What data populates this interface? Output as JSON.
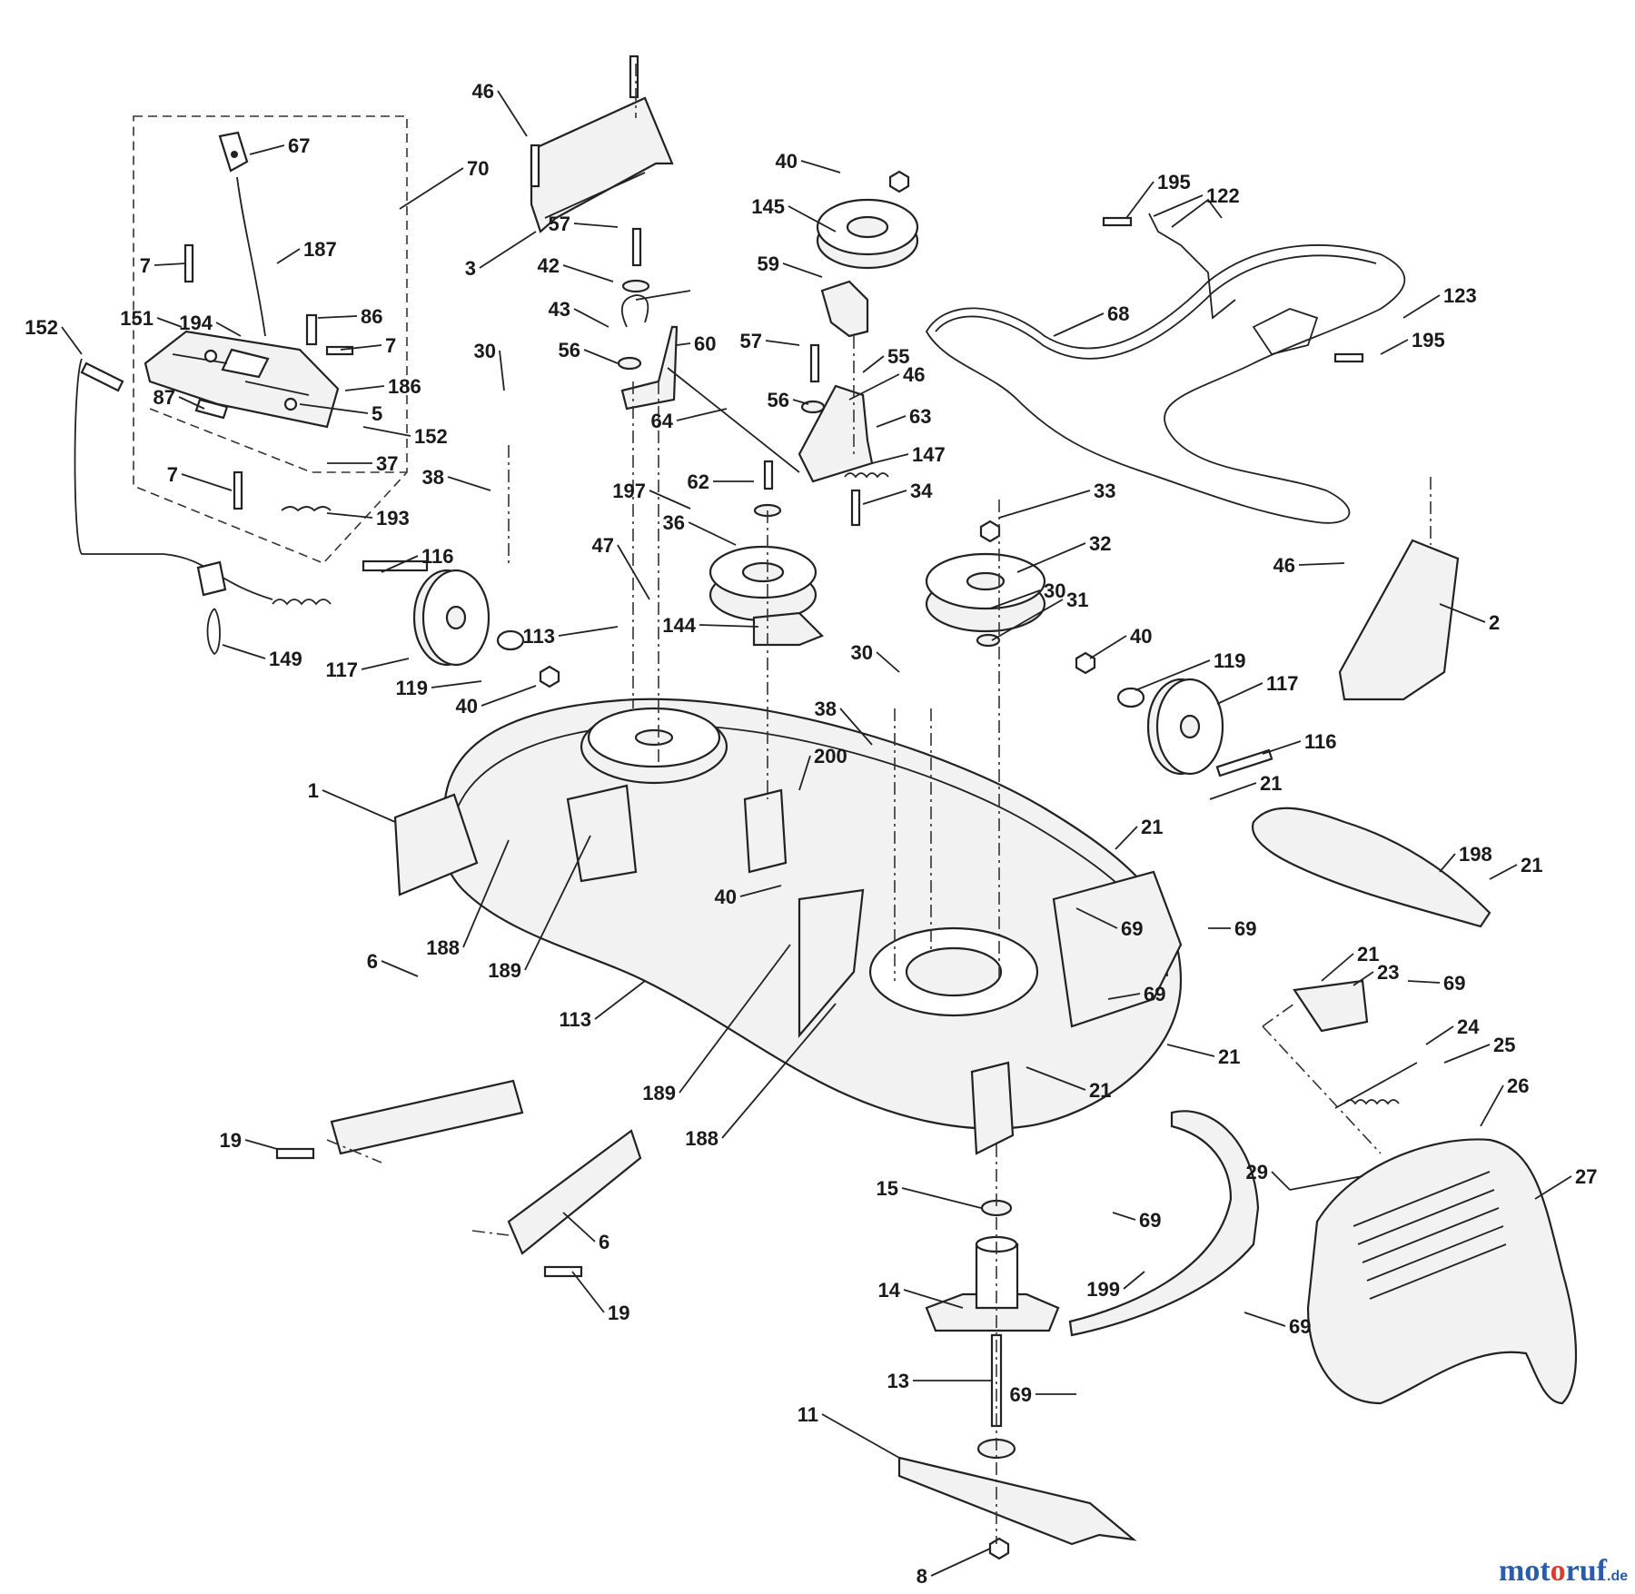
{
  "watermark": {
    "text": "motoruf",
    "suffix": ".de",
    "letter_colors": [
      "#2a5caa",
      "#2a5caa",
      "#2a5caa",
      "#e03a2e",
      "#2a5caa",
      "#2a5caa",
      "#2a5caa"
    ],
    "suffix_color": "#2a5caa"
  },
  "callouts": [
    "1",
    "2",
    "3",
    "5",
    "6",
    "6",
    "7",
    "7",
    "7",
    "8",
    "11",
    "13",
    "14",
    "15",
    "19",
    "19",
    "21",
    "21",
    "21",
    "21",
    "21",
    "21",
    "23",
    "24",
    "25",
    "26",
    "27",
    "29",
    "30",
    "30",
    "30",
    "31",
    "32",
    "33",
    "34",
    "36",
    "37",
    "38",
    "38",
    "40",
    "40",
    "40",
    "40",
    "42",
    "43",
    "46",
    "46",
    "46",
    "47",
    "55",
    "56",
    "56",
    "57",
    "57",
    "59",
    "60",
    "62",
    "63",
    "64",
    "67",
    "68",
    "69",
    "69",
    "69",
    "69",
    "69",
    "69",
    "69",
    "70",
    "86",
    "87",
    "113",
    "113",
    "116",
    "116",
    "117",
    "117",
    "119",
    "119",
    "122",
    "123",
    "144",
    "145",
    "147",
    "149",
    "151",
    "152",
    "152",
    "186",
    "187",
    "188",
    "188",
    "189",
    "189",
    "193",
    "194",
    "195",
    "195",
    "197",
    "198",
    "199",
    "200"
  ]
}
